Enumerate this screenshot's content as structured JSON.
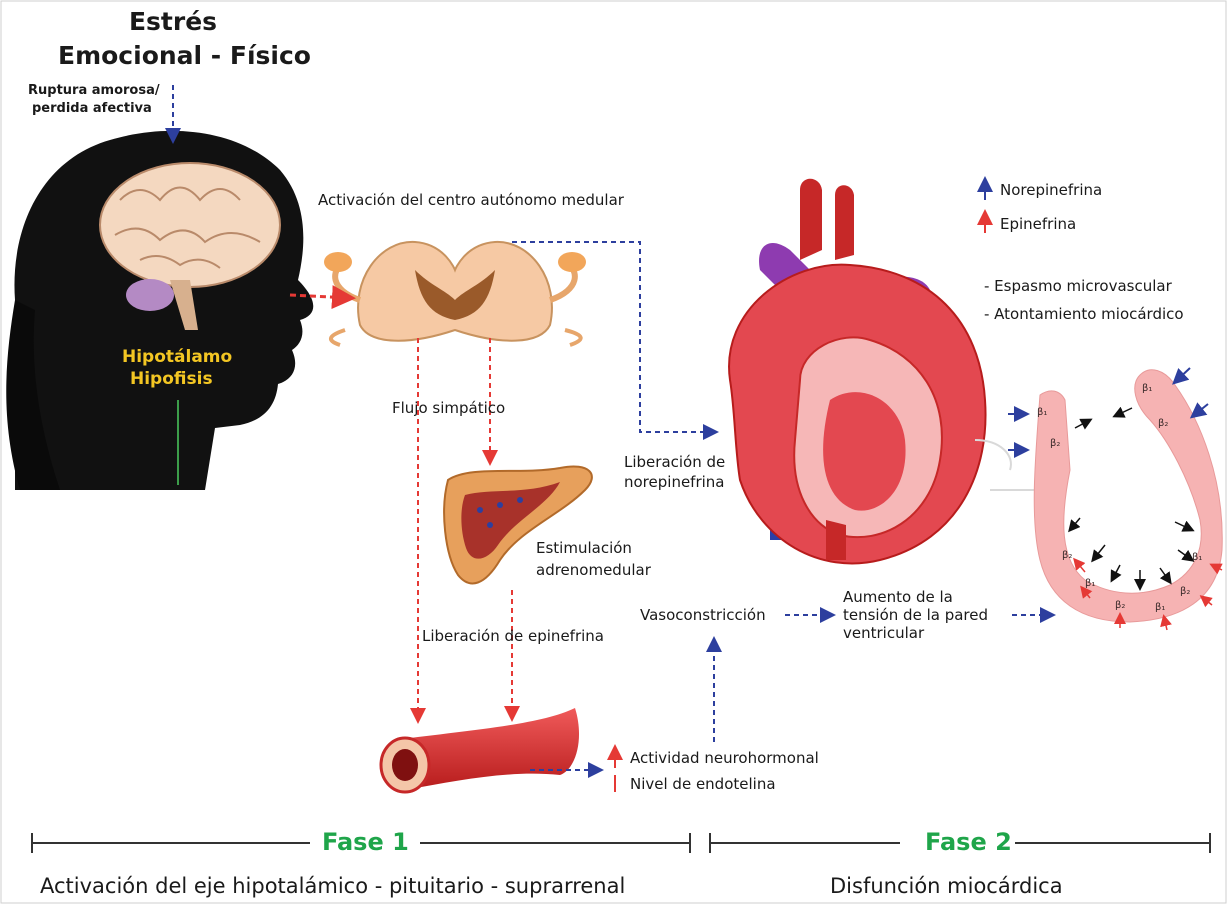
{
  "title": {
    "line1": "Estrés",
    "line2": "Emocional - Físico"
  },
  "trigger": {
    "line1": "Ruptura amorosa/",
    "line2": "perdida afectiva"
  },
  "brain_labels": {
    "line1": "Hipotálamo",
    "line2": "Hipofisis"
  },
  "labels": {
    "activacion": "Activación del centro autónomo medular",
    "flujo": "Flujo simpático",
    "estimulacion_1": "Estimulación",
    "estimulacion_2": "adrenomedular",
    "liberacion_epi": "Liberación de epinefrina",
    "liberacion_nor_1": "Liberación de",
    "liberacion_nor_2": "norepinefrina",
    "vasoconstriccion": "Vasoconstricción",
    "aumento_1": "Aumento de la",
    "aumento_2": "tensión de la pared",
    "aumento_3": "ventricular",
    "actividad": "Actividad neurohormonal",
    "endotelina": "Nivel de endotelina"
  },
  "legend": {
    "nor": "Norepinefrina",
    "epi": "Epinefrina"
  },
  "effects": {
    "e1": "- Espasmo microvascular",
    "e2": "- Atontamiento miocárdico"
  },
  "beta": {
    "b1": "β₁",
    "b2": "β₂"
  },
  "phases": {
    "fase1": "Fase 1",
    "fase2": "Fase 2",
    "desc1": "Activación del eje hipotalámico - pituitario - suprarrenal",
    "desc2": "Disfunción miocárdica"
  },
  "colors": {
    "blue_arrow": "#2d3f9e",
    "red_arrow": "#e53935",
    "phase_green": "#1fa54a",
    "label_yellow": "#f3c623"
  }
}
